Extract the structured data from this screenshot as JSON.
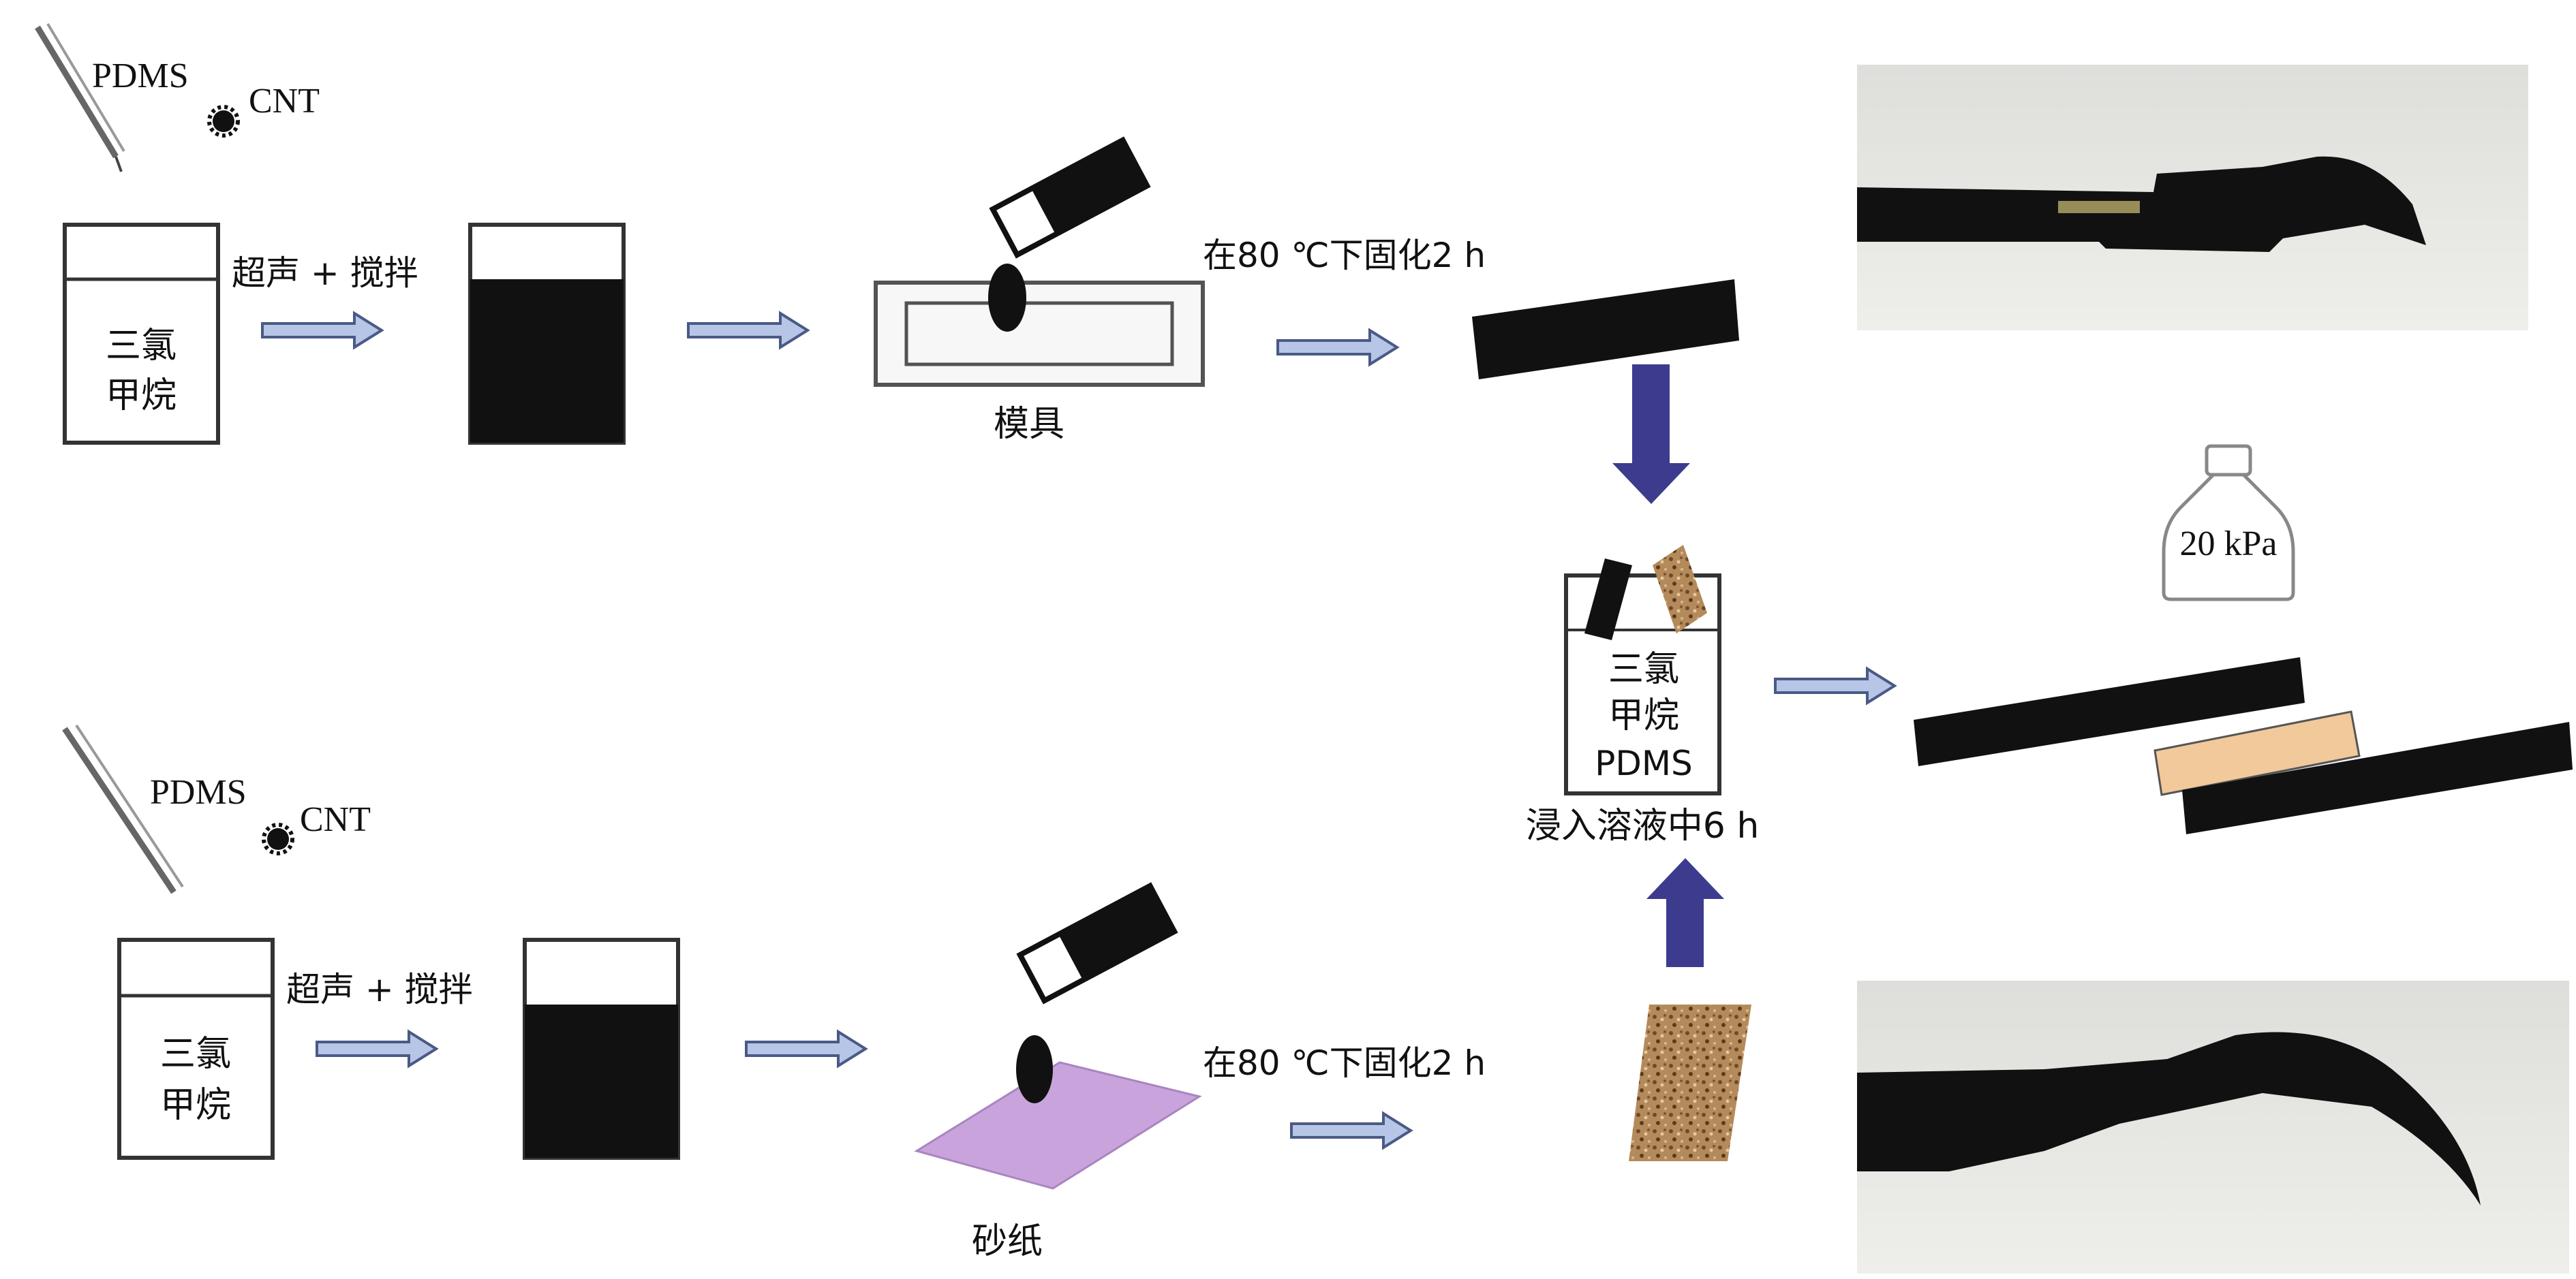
{
  "top_row": {
    "pdms": "PDMS",
    "cnt": "CNT",
    "solvent_line1": "三氯",
    "solvent_line2": "甲烷",
    "mix_step": "超声 + 搅拌",
    "mold": "模具",
    "cure_step": "在80 ℃下固化2 h"
  },
  "bottom_row": {
    "pdms": "PDMS",
    "cnt": "CNT",
    "solvent_line1": "三氯",
    "solvent_line2": "甲烷",
    "mix_step": "超声 + 搅拌",
    "substrate": "砂纸",
    "cure_step": "在80 ℃下固化2 h"
  },
  "immersion": {
    "line1": "三氯",
    "line2": "甲烷",
    "line3": "PDMS",
    "caption": "浸入溶液中6 h"
  },
  "pressing": {
    "weight_label": "20 kPa"
  },
  "colors": {
    "arrow_fill": "#b7c6e6",
    "arrow_stroke": "#4a5a86",
    "down_arrow": "#3d3b8e",
    "composite": "#111111",
    "sandpaper": "#b48a5a",
    "tan_strip": "#f2c99a",
    "purple_sheet": "#c9a3dc",
    "photo_bg": "#e6e6e3"
  }
}
